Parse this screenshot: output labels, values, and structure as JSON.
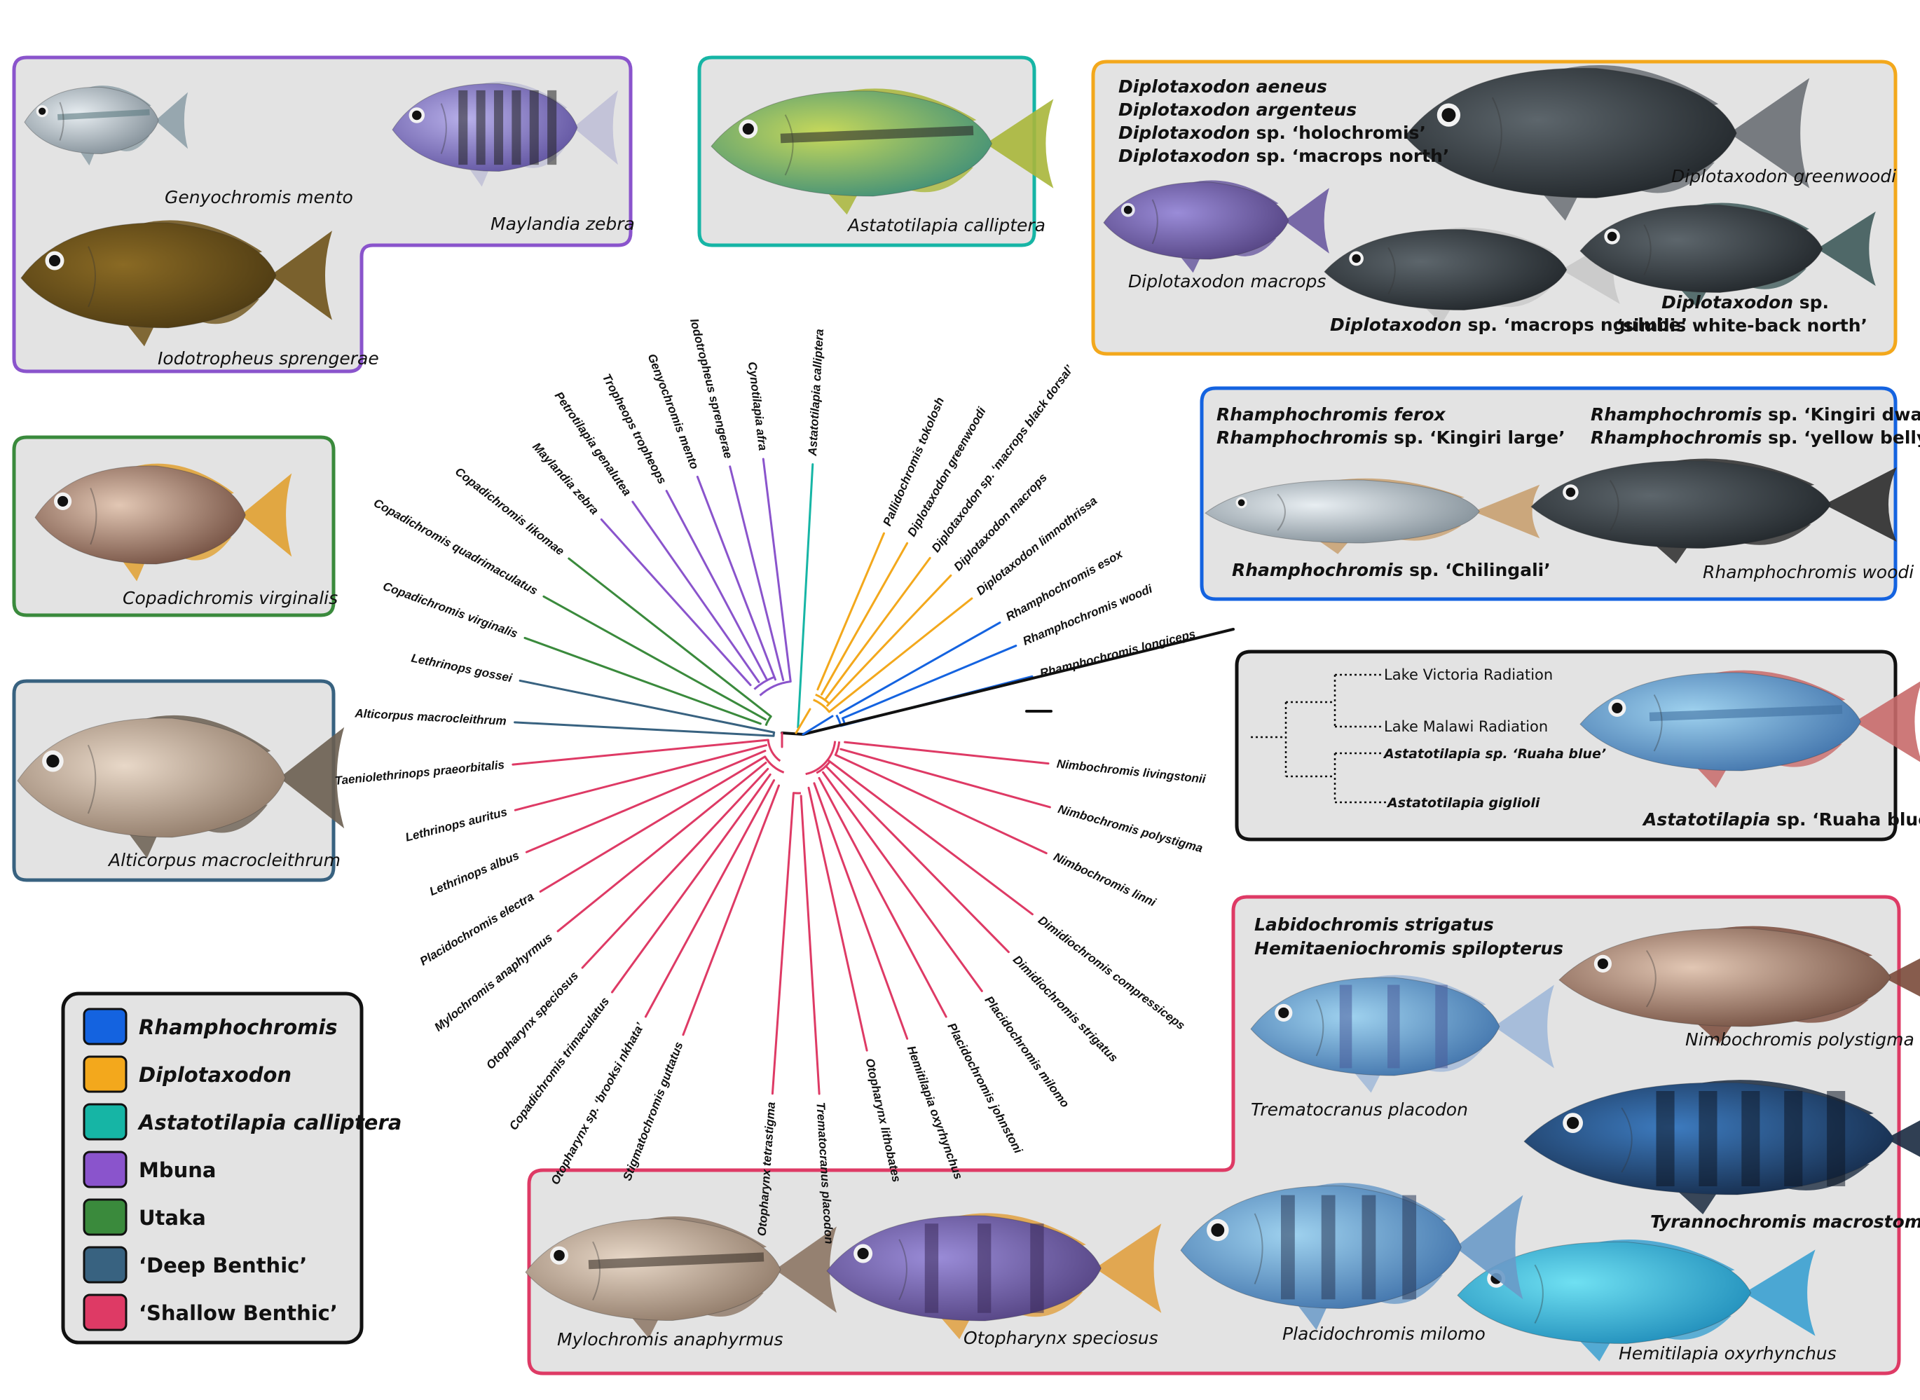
{
  "colors": {
    "rhamphochromis": "#1463e0",
    "diplotaxodon": "#f3a81c",
    "astatotilapia": "#16b5a5",
    "mbuna": "#8a54cc",
    "utaka": "#3a8a3c",
    "deep_benthic": "#386280",
    "shallow_benthic": "#de3a65",
    "panel_fill": "#e3e3e3"
  },
  "legend": {
    "items": [
      {
        "label": "Rhamphochromis",
        "italic": true,
        "color": "#1463e0"
      },
      {
        "label": "Diplotaxodon",
        "italic": true,
        "color": "#f3a81c"
      },
      {
        "label": "Astatotilapia calliptera",
        "italic": true,
        "color": "#16b5a5"
      },
      {
        "label": "Mbuna",
        "italic": false,
        "color": "#8a54cc"
      },
      {
        "label": "Utaka",
        "italic": false,
        "color": "#3a8a3c"
      },
      {
        "label": "‘Deep Benthic’",
        "italic": false,
        "color": "#386280"
      },
      {
        "label": "‘Shallow Benthic’",
        "italic": false,
        "color": "#de3a65"
      }
    ]
  },
  "tree_tips": [
    {
      "name": "Rhamphochromis longiceps",
      "group": "rhamphochromis"
    },
    {
      "name": "Rhamphochromis woodi",
      "group": "rhamphochromis"
    },
    {
      "name": "Rhamphochromis esox",
      "group": "rhamphochromis"
    },
    {
      "name": "Diplotaxodon limnothrissa",
      "group": "diplotaxodon"
    },
    {
      "name": "Diplotaxodon macrops",
      "group": "diplotaxodon"
    },
    {
      "name": "Diplotaxodon sp. ‘macrops black dorsal’",
      "group": "diplotaxodon"
    },
    {
      "name": "Diplotaxodon greenwoodi",
      "group": "diplotaxodon"
    },
    {
      "name": "Pallidochromis tokolosh",
      "group": "diplotaxodon"
    },
    {
      "name": "Astatotilapia calliptera",
      "group": "astatotilapia"
    },
    {
      "name": "Cynotilapia afra",
      "group": "mbuna"
    },
    {
      "name": "Iodotropheus sprengerae",
      "group": "mbuna"
    },
    {
      "name": "Genyochromis mento",
      "group": "mbuna"
    },
    {
      "name": "Tropheops tropheops",
      "group": "mbuna"
    },
    {
      "name": "Petrotilapia genalutea",
      "group": "mbuna"
    },
    {
      "name": "Maylandia zebra",
      "group": "mbuna"
    },
    {
      "name": "Copadichromis likomae",
      "group": "utaka"
    },
    {
      "name": "Copadichromis quadrimaculatus",
      "group": "utaka"
    },
    {
      "name": "Copadichromis virginalis",
      "group": "utaka"
    },
    {
      "name": "Lethrinops gossei",
      "group": "deep_benthic"
    },
    {
      "name": "Alticorpus macrocleithrum",
      "group": "deep_benthic"
    },
    {
      "name": "Taeniolethrinops praeorbitalis",
      "group": "shallow_benthic"
    },
    {
      "name": "Lethrinops auritus",
      "group": "shallow_benthic"
    },
    {
      "name": "Lethrinops albus",
      "group": "shallow_benthic"
    },
    {
      "name": "Placidochromis electra",
      "group": "shallow_benthic"
    },
    {
      "name": "Mylochromis anaphyrmus",
      "group": "shallow_benthic"
    },
    {
      "name": "Otopharynx speciosus",
      "group": "shallow_benthic"
    },
    {
      "name": "Copadichromis trimaculatus",
      "group": "shallow_benthic"
    },
    {
      "name": "Otopharynx sp. ‘brooksi nkhata’",
      "group": "shallow_benthic"
    },
    {
      "name": "Stigmatochromis guttatus",
      "group": "shallow_benthic"
    },
    {
      "name": "Otopharynx tetrastigma",
      "group": "shallow_benthic"
    },
    {
      "name": "Trematocranus placodon",
      "group": "shallow_benthic"
    },
    {
      "name": "Otopharynx lithobates",
      "group": "shallow_benthic"
    },
    {
      "name": "Hemitilapia oxyrhynchus",
      "group": "shallow_benthic"
    },
    {
      "name": "Placidochromis johnstoni",
      "group": "shallow_benthic"
    },
    {
      "name": "Placidochromis milomo",
      "group": "shallow_benthic"
    },
    {
      "name": "Dimidiochromis strigatus",
      "group": "shallow_benthic"
    },
    {
      "name": "Dimidiochromis compressiceps",
      "group": "shallow_benthic"
    },
    {
      "name": "Nimbochromis linni",
      "group": "shallow_benthic"
    },
    {
      "name": "Nimbochromis polystigma",
      "group": "shallow_benthic"
    },
    {
      "name": "Nimbochromis livingstonii",
      "group": "shallow_benthic"
    }
  ],
  "panels": {
    "mbuna": {
      "captions": [
        "Genyochromis mento",
        "Maylandia zebra",
        "Iodotropheus sprengerae"
      ]
    },
    "astatotilapia": {
      "captions": [
        "Astatotilapia calliptera"
      ]
    },
    "diplotaxodon": {
      "species_list": [
        {
          "genus": "Diplotaxodon",
          "rest": "aeneus",
          "rest_italic": true
        },
        {
          "genus": "Diplotaxodon",
          "rest": "argenteus",
          "rest_italic": true
        },
        {
          "genus": "Diplotaxodon",
          "rest": "sp. ‘holochromis’",
          "rest_italic": false
        },
        {
          "genus": "Diplotaxodon",
          "rest": "sp. ‘macrops north’",
          "rest_italic": false
        }
      ],
      "captions": [
        "Diplotaxodon greenwoodi",
        "Diplotaxodon macrops"
      ],
      "caption_ngulube": {
        "genus": "Diplotaxodon",
        "rest": "sp. ‘macrops ngulube’"
      },
      "caption_similis": {
        "genus": "Diplotaxodon",
        "rest": "sp.",
        "line2": "‘similis white-back north’"
      }
    },
    "utaka": {
      "captions": [
        "Copadichromis virginalis"
      ]
    },
    "deep_benthic": {
      "captions": [
        "Alticorpus macrocleithrum"
      ]
    },
    "rhamphochromis": {
      "species_list": [
        {
          "genus": "Rhamphochromis",
          "rest": "ferox",
          "rest_italic": true
        },
        {
          "genus": "Rhamphochromis",
          "rest": "sp. ‘Kingiri large’",
          "rest_italic": false
        },
        {
          "genus": "Rhamphochromis",
          "rest": "sp. ‘Kingiri dwarf’",
          "rest_italic": false
        },
        {
          "genus": "Rhamphochromis",
          "rest": "sp. ‘yellow belly’",
          "rest_italic": false
        }
      ],
      "caption_chilingali": {
        "genus": "Rhamphochromis",
        "rest": "sp. ‘Chilingali’"
      },
      "captions": [
        "Rhamphochromis woodi"
      ]
    },
    "outgroup": {
      "labels": [
        "Lake Victoria Radiation",
        "Lake Malawi Radiation",
        "Astatotilapia sp. ‘Ruaha blue’",
        "Astatotilapia giglioli"
      ],
      "caption": {
        "genus": "Astatotilapia",
        "rest": "sp. ‘Ruaha blue’"
      }
    },
    "shallow_benthic": {
      "species_list": [
        "Labidochromis strigatus",
        "Hemitaeniochromis spilopterus"
      ],
      "captions": [
        "Nimbochromis polystigma",
        "Trematocranus placodon",
        "Tyrannochromis  macrostoma",
        "Hemitilapia oxyrhynchus",
        "Mylochromis anaphyrmus",
        "Otopharynx speciosus",
        "Placidochromis milomo"
      ]
    }
  }
}
